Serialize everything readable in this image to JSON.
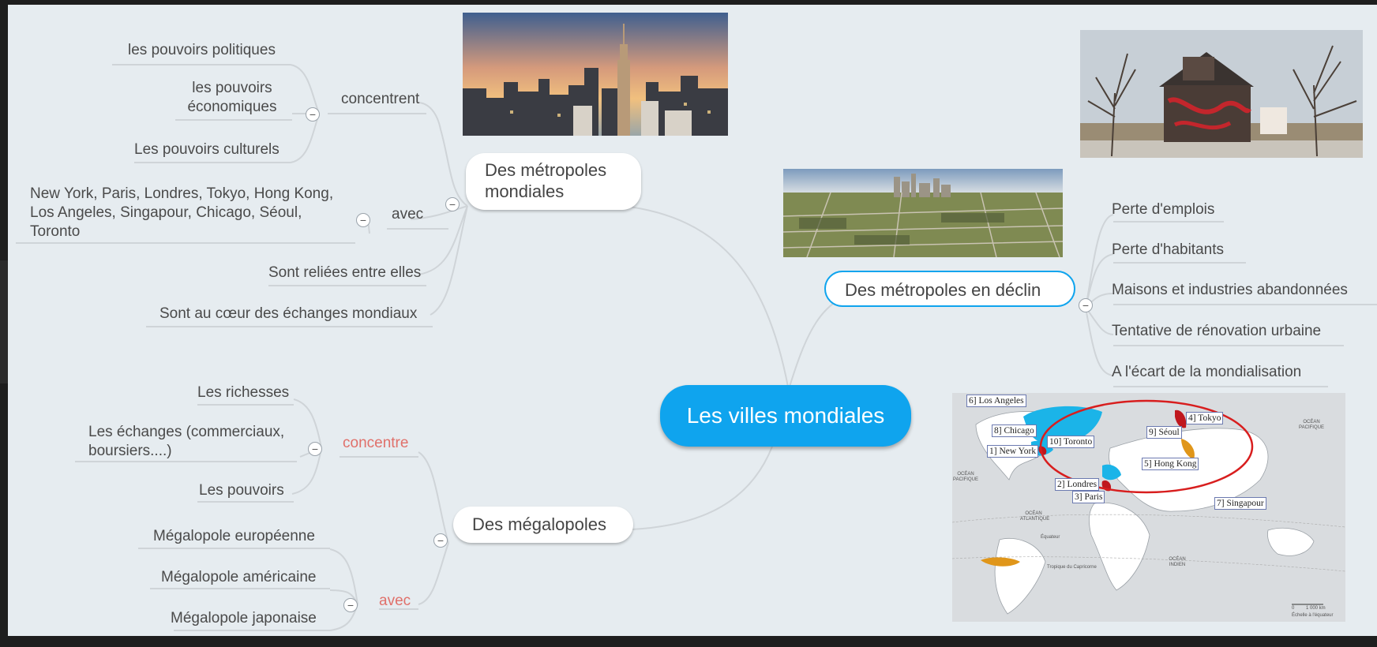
{
  "central": {
    "label": "Les villes mondiales"
  },
  "toggle_symbol": "−",
  "branches": {
    "metropoles_mondiales": {
      "label": "Des métropoles mondiales",
      "concentrent": {
        "label": "concentrent",
        "items": [
          "les pouvoirs politiques",
          "les pouvoirs économiques",
          "Les pouvoirs culturels"
        ]
      },
      "avec": {
        "label": "avec",
        "items": [
          "New York, Paris, Londres, Tokyo, Hong Kong, Los Angeles, Singapour, Chicago,  Séoul, Toronto"
        ]
      },
      "reliees": "Sont reliées entre elles",
      "coeur": "Sont au cœur des échanges mondiaux"
    },
    "megalopoles": {
      "label": "Des mégalopoles",
      "concentre": {
        "label": "concentre",
        "items": [
          "Les richesses",
          "Les échanges (commerciaux, boursiers....)",
          "Les pouvoirs"
        ]
      },
      "avec": {
        "label": "avec",
        "items": [
          "Mégalopole européenne",
          "Mégalopole américaine",
          "Mégalopole japonaise"
        ]
      }
    },
    "declin": {
      "label": "Des métropoles en déclin",
      "items": [
        "Perte d'emplois",
        "Perte d'habitants",
        "Maisons et industries abandonnées",
        "Tentative de rénovation urbaine",
        "A l'écart de la mondialisation"
      ]
    }
  },
  "map": {
    "cities": [
      "6] Los Angeles",
      "8] Chicago",
      "1] New York",
      "10] Toronto",
      "2] Londres",
      "3] Paris",
      "4] Tokyo",
      "9] Séoul",
      "5] Hong Kong",
      "7] Singapour"
    ],
    "oceans": [
      "OCÉAN PACIFIQUE",
      "OCÉAN PACIFIQUE",
      "OCÉAN ATLANTIQUE",
      "OCÉAN INDIEN"
    ],
    "lines": [
      "Équateur",
      "Tropique du Capricorne"
    ],
    "scale": [
      "0",
      "1 000 km",
      "Échelle à l'équateur"
    ]
  },
  "colors": {
    "central": "#0fa4ee",
    "accent_red": "#e0706a",
    "map_land_highlight": "#1bb4e8",
    "map_megalopole": "#e0961a",
    "map_ellipse": "#d81e1e"
  }
}
